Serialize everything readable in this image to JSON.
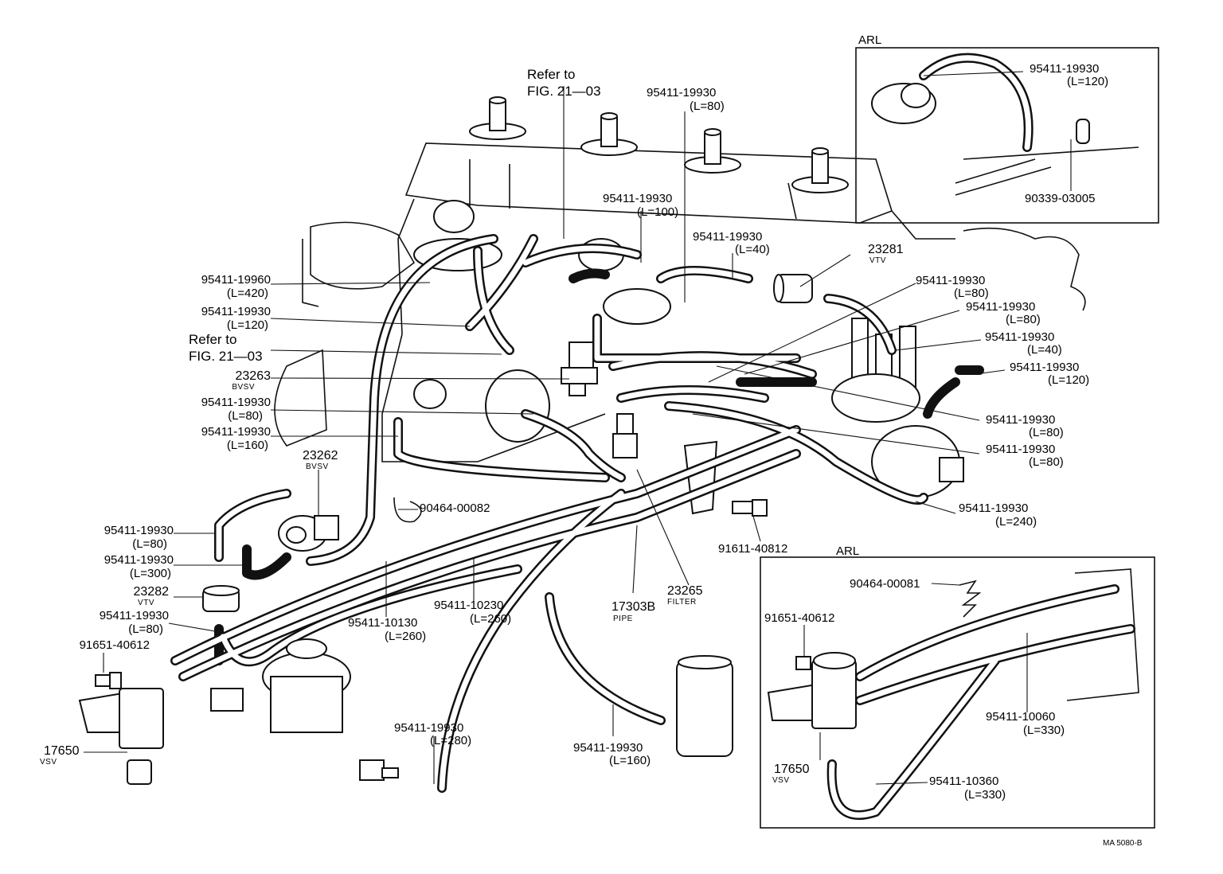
{
  "refs": {
    "top_line1": "Refer to",
    "top_line2": "FIG. 21—03",
    "left_line1": "Refer to",
    "left_line2": "FIG. 21—03"
  },
  "insets": {
    "top_label": "ARL",
    "bottom_label": "ARL"
  },
  "labels": {
    "l01": {
      "pn": "95411-19960",
      "sub": "(L=420)"
    },
    "l02": {
      "pn": "95411-19930",
      "sub": "(L=120)"
    },
    "l03": {
      "pn": "23263",
      "sub": "BVSV"
    },
    "l04": {
      "pn": "95411-19930",
      "sub": "(L=80)"
    },
    "l05": {
      "pn": "95411-19930",
      "sub": "(L=160)"
    },
    "l06": {
      "pn": "23262",
      "sub": "BVSV"
    },
    "l07": {
      "pn": "95411-19930",
      "sub": "(L=80)"
    },
    "l08": {
      "pn": "95411-19930",
      "sub": "(L=300)"
    },
    "l09": {
      "pn": "23282",
      "sub": "VTV"
    },
    "l10": {
      "pn": "95411-19930",
      "sub": "(L=80)"
    },
    "l11": {
      "pn": "91651-40612"
    },
    "l12": {
      "pn": "17650",
      "sub": "VSV"
    },
    "l13": {
      "pn": "90464-00082"
    },
    "l14": {
      "pn": "95411-10130",
      "sub": "(L=260)"
    },
    "l15": {
      "pn": "95411-10230",
      "sub": "(L=260)"
    },
    "l16": {
      "pn": "17303B",
      "sub": "PIPE"
    },
    "l17": {
      "pn": "23265",
      "sub": "FILTER"
    },
    "l18": {
      "pn": "95411-19930",
      "sub": "(L=280)"
    },
    "l19": {
      "pn": "95411-19930",
      "sub": "(L=160)"
    },
    "l20": {
      "pn": "91611-40812"
    },
    "l21": {
      "pn": "95411-19930",
      "sub": "(L=80)"
    },
    "l22": {
      "pn": "95411-19930",
      "sub": "(L=100)"
    },
    "l23": {
      "pn": "95411-19930",
      "sub": "(L=40)"
    },
    "l24": {
      "pn": "23281",
      "sub": "VTV"
    },
    "l25": {
      "pn": "95411-19930",
      "sub": "(L=80)"
    },
    "l26": {
      "pn": "95411-19930",
      "sub": "(L=80)"
    },
    "l27": {
      "pn": "95411-19930",
      "sub": "(L=40)"
    },
    "l28": {
      "pn": "95411-19930",
      "sub": "(L=120)"
    },
    "l29": {
      "pn": "95411-19930",
      "sub": "(L=80)"
    },
    "l30": {
      "pn": "95411-19930",
      "sub": "(L=80)"
    },
    "l31": {
      "pn": "95411-19930",
      "sub": "(L=240)"
    },
    "l32": {
      "pn": "95411-19930",
      "sub": "(L=120)"
    },
    "l33": {
      "pn": "90339-03005"
    },
    "l34": {
      "pn": "90464-00081"
    },
    "l35": {
      "pn": "91651-40612"
    },
    "l36": {
      "pn": "17650",
      "sub": "VSV"
    },
    "l37": {
      "pn": "95411-10060",
      "sub": "(L=330)"
    },
    "l38": {
      "pn": "95411-10360",
      "sub": "(L=330)"
    }
  },
  "footer_code": "MA 5080-B"
}
